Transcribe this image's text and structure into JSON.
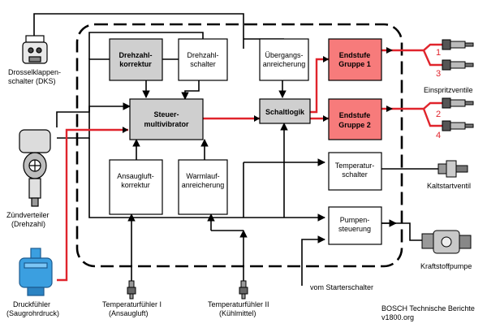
{
  "components": {
    "dks": [
      "Drosselklappen-",
      "schalter (DKS)"
    ],
    "zuendverteiler": [
      "Zündverteiler",
      "(Drehzahl)"
    ],
    "druckfuehler": [
      "Druckfühler",
      "(Saugrohrdruck)"
    ],
    "temp1": [
      "Temperaturfühler I",
      "(Ansaugluft)"
    ],
    "temp2": [
      "Temperaturfühler II",
      "(Kühlmittel)"
    ],
    "einspritz": "Einspritzventile",
    "kaltstart": "Kaltstartventil",
    "kraftstoff": "Kraftstoffpumpe",
    "starter": "vom Starterschalter"
  },
  "blocks": {
    "drehzahlkorrektur": [
      "Drehzahl-",
      "korrektur"
    ],
    "drehzahlschalter": [
      "Drehzahl-",
      "schalter"
    ],
    "uebergang": [
      "Übergangs-",
      "anreicherung"
    ],
    "endstufe1": [
      "Endstufe",
      "Gruppe 1"
    ],
    "multivibrator": [
      "Steuer-",
      "multivibrator"
    ],
    "schaltlogik": "Schaltlogik",
    "endstufe2": [
      "Endstufe",
      "Gruppe 2"
    ],
    "ansaugluft": [
      "Ansaugluft-",
      "korrektur"
    ],
    "warmlauf": [
      "Warmlauf-",
      "anreicherung"
    ],
    "tempschalter": [
      "Temperatur-",
      "schalter"
    ],
    "pumpen": [
      "Pumpen-",
      "steuerung"
    ]
  },
  "injector_numbers": [
    "1",
    "3",
    "2",
    "4"
  ],
  "credit": [
    "BOSCH Technische Berichte",
    "v1800.org"
  ],
  "colors": {
    "signal": "#e0242c",
    "endstufe": "#f77b7b",
    "grey_block": "#cfcfcf"
  }
}
